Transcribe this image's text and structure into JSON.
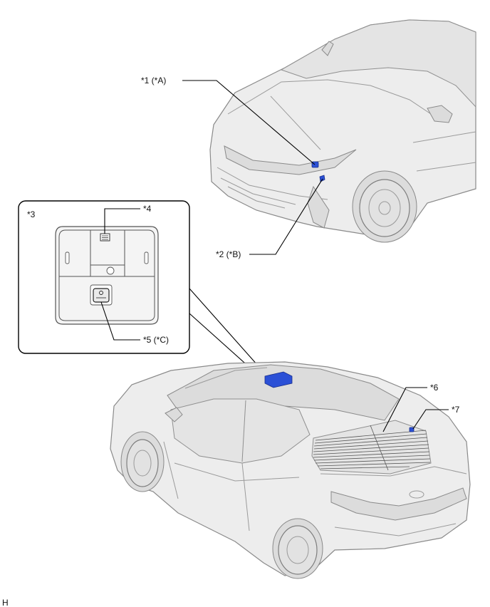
{
  "diagram": {
    "labels": {
      "l1": "*1 (*A)",
      "l2": "*2 (*B)",
      "l3": "*3",
      "l4": "*4",
      "l5": "*5 (*C)",
      "l6": "*6",
      "l7": "*7"
    },
    "footer_code": "H",
    "colors": {
      "highlight": "#2b50d6",
      "car_body": "#ededed",
      "outline": "#000000"
    }
  }
}
